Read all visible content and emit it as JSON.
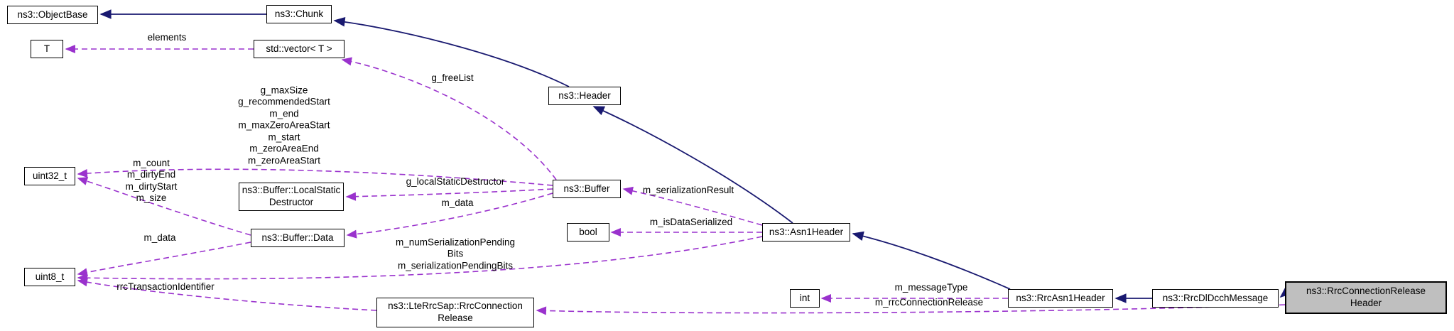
{
  "diagram": {
    "kind": "collaboration-graph",
    "focus_node": "ns3::RrcConnectionReleaseHeader",
    "colors": {
      "inheritance_edge": "#191970",
      "usage_edge": "#9a32cd",
      "node_border": "#000000",
      "node_fill": "#ffffff",
      "focus_node_fill": "#bfbfbf",
      "text": "#000000",
      "background": "#ffffff"
    },
    "nodes": {
      "objectbase": {
        "label": "ns3::ObjectBase"
      },
      "chunk": {
        "label": "ns3::Chunk"
      },
      "t": {
        "label": "T"
      },
      "vector": {
        "label": "std::vector< T >"
      },
      "header": {
        "label": "ns3::Header"
      },
      "uint32": {
        "label": "uint32_t"
      },
      "localstatic": {
        "label": "ns3::Buffer::LocalStatic\nDestructor"
      },
      "buffer": {
        "label": "ns3::Buffer"
      },
      "bufferdata": {
        "label": "ns3::Buffer::Data"
      },
      "bool": {
        "label": "bool"
      },
      "asn1header": {
        "label": "ns3::Asn1Header"
      },
      "uint8": {
        "label": "uint8_t"
      },
      "int": {
        "label": "int"
      },
      "rrcasn1header": {
        "label": "ns3::RrcAsn1Header"
      },
      "rrcdldcch": {
        "label": "ns3::RrcDlDcchMessage"
      },
      "rrcconnrelheader": {
        "label": "ns3::RrcConnectionRelease\nHeader"
      },
      "ltesap": {
        "label": "ns3::LteRrcSap::RrcConnection\nRelease"
      }
    },
    "edge_labels": {
      "elements": "elements",
      "g_freeList": "g_freeList",
      "buffer_uint32": "g_maxSize\ng_recommendedStart\nm_end\nm_maxZeroAreaStart\nm_start\nm_zeroAreaEnd\nm_zeroAreaStart",
      "data_uint32": "m_count\nm_dirtyEnd\nm_dirtyStart\nm_size",
      "g_localStaticDestructor": "g_localStaticDestructor",
      "buffer_m_data": "m_data",
      "m_serializationResult": "m_serializationResult",
      "m_isDataSerialized": "m_isDataSerialized",
      "data_m_data": "m_data",
      "asn1_uint8": "m_numSerializationPending\nBits\nm_serializationPendingBits",
      "m_messageType": "m_messageType",
      "rrcTransactionIdentifier": "rrcTransactionIdentifier",
      "m_rrcConnectionRelease": "m_rrcConnectionRelease"
    },
    "edges": [
      {
        "from": "ns3::Chunk",
        "to": "ns3::ObjectBase",
        "type": "inheritance"
      },
      {
        "from": "ns3::Header",
        "to": "ns3::Chunk",
        "type": "inheritance"
      },
      {
        "from": "ns3::Asn1Header",
        "to": "ns3::Header",
        "type": "inheritance"
      },
      {
        "from": "ns3::RrcAsn1Header",
        "to": "ns3::Asn1Header",
        "type": "inheritance"
      },
      {
        "from": "ns3::RrcDlDcchMessage",
        "to": "ns3::RrcAsn1Header",
        "type": "inheritance"
      },
      {
        "from": "ns3::RrcConnectionReleaseHeader",
        "to": "ns3::RrcDlDcchMessage",
        "type": "inheritance"
      },
      {
        "from": "std::vector< T >",
        "to": "T",
        "type": "usage",
        "label": "elements"
      },
      {
        "from": "ns3::Buffer",
        "to": "std::vector< T >",
        "type": "usage",
        "label": "g_freeList"
      },
      {
        "from": "ns3::Buffer",
        "to": "uint32_t",
        "type": "usage",
        "label": "g_maxSize, g_recommendedStart, m_end, m_maxZeroAreaStart, m_start, m_zeroAreaEnd, m_zeroAreaStart"
      },
      {
        "from": "ns3::Buffer::Data",
        "to": "uint32_t",
        "type": "usage",
        "label": "m_count, m_dirtyEnd, m_dirtyStart, m_size"
      },
      {
        "from": "ns3::Buffer",
        "to": "ns3::Buffer::LocalStaticDestructor",
        "type": "usage",
        "label": "g_localStaticDestructor"
      },
      {
        "from": "ns3::Buffer",
        "to": "ns3::Buffer::Data",
        "type": "usage",
        "label": "m_data"
      },
      {
        "from": "ns3::Asn1Header",
        "to": "ns3::Buffer",
        "type": "usage",
        "label": "m_serializationResult"
      },
      {
        "from": "ns3::Asn1Header",
        "to": "bool",
        "type": "usage",
        "label": "m_isDataSerialized"
      },
      {
        "from": "ns3::Buffer::Data",
        "to": "uint8_t",
        "type": "usage",
        "label": "m_data"
      },
      {
        "from": "ns3::Asn1Header",
        "to": "uint8_t",
        "type": "usage",
        "label": "m_numSerializationPendingBits, m_serializationPendingBits"
      },
      {
        "from": "ns3::RrcAsn1Header",
        "to": "int",
        "type": "usage",
        "label": "m_messageType"
      },
      {
        "from": "ns3::LteRrcSap::RrcConnectionRelease",
        "to": "uint8_t",
        "type": "usage",
        "label": "rrcTransactionIdentifier"
      },
      {
        "from": "ns3::RrcConnectionReleaseHeader",
        "to": "ns3::LteRrcSap::RrcConnectionRelease",
        "type": "usage",
        "label": "m_rrcConnectionRelease"
      }
    ]
  }
}
